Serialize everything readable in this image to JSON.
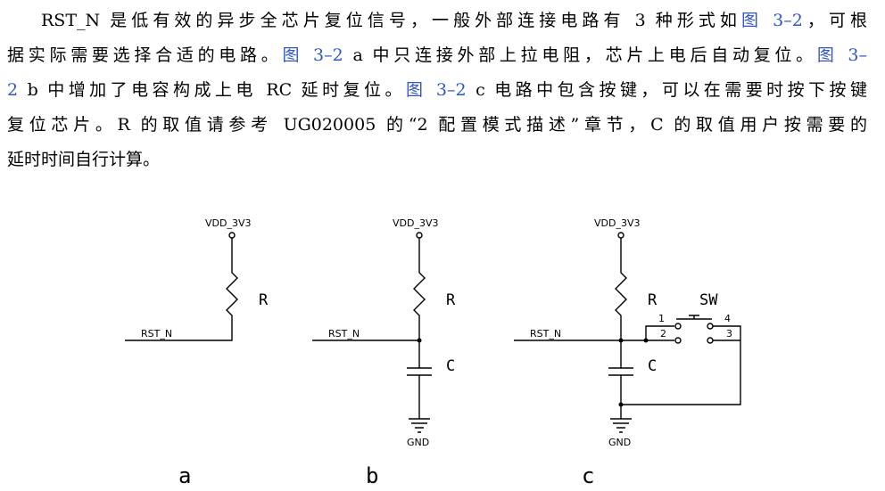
{
  "paragraph": {
    "lines": [
      [
        {
          "t": "RST_N 是低有效的异步全芯片复位信号，一般外部连接电路有 3 种形式如"
        },
        {
          "t": "图 3–2",
          "link": true
        },
        {
          "t": "，可根"
        }
      ],
      [
        {
          "t": "据实际需要选择合适的电路。"
        },
        {
          "t": "图 3–2",
          "link": true
        },
        {
          "t": " a 中只连接外部上拉电阻，芯片上电后自动复位。"
        },
        {
          "t": "图 3–",
          "link": true
        }
      ],
      [
        {
          "t": "2",
          "link": true
        },
        {
          "t": " b 中增加了电容构成上电 RC 延时复位。"
        },
        {
          "t": "图 3–2",
          "link": true
        },
        {
          "t": " c 电路中包含按键，可以在需要时按下按键"
        }
      ],
      [
        {
          "t": "复位芯片。R 的取值请参考 UG020005 的“2 配置模式描述”章节，C 的取值用户按需要的"
        }
      ],
      [
        {
          "t": "延时时间自行计算。"
        }
      ]
    ]
  },
  "schematic": {
    "circuit_a": {
      "vdd": "VDD_3V3",
      "resistor": "R",
      "net": "RST_N",
      "caption": "a"
    },
    "circuit_b": {
      "vdd": "VDD_3V3",
      "resistor": "R",
      "capacitor": "C",
      "net": "RST_N",
      "gnd": "GND",
      "caption": "b"
    },
    "circuit_c": {
      "vdd": "VDD_3V3",
      "resistor": "R",
      "capacitor": "C",
      "switch": "SW",
      "net": "RST_N",
      "gnd": "GND",
      "caption": "c",
      "pins": [
        "1",
        "2",
        "3",
        "4"
      ]
    }
  }
}
